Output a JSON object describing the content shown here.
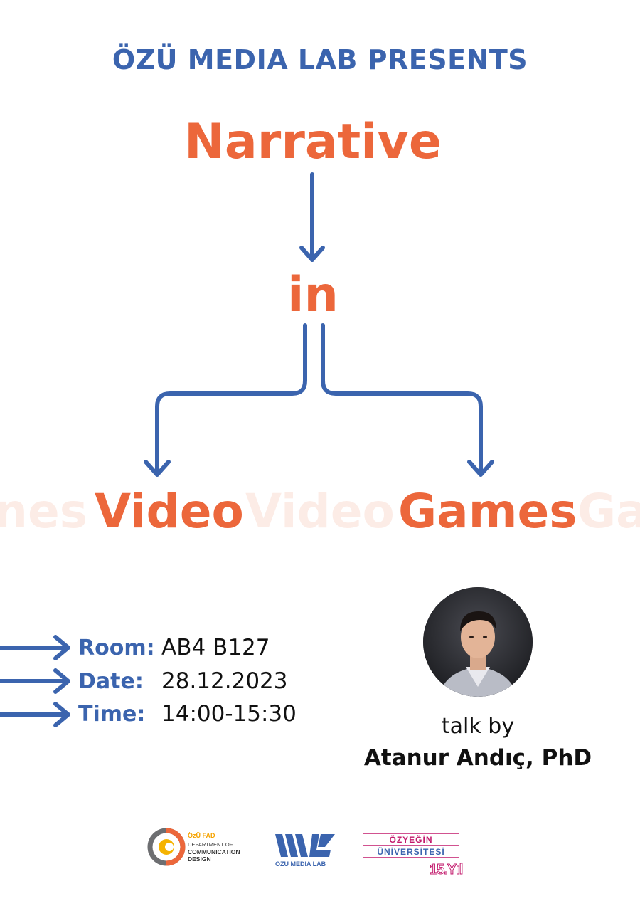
{
  "header": {
    "presents": "ÖZÜ MEDIA LAB PRESENTS"
  },
  "title": {
    "word1": "Narrative",
    "word2": "in",
    "word3": "Video",
    "word4": "Games",
    "ghost_left": "nes",
    "ghost_middle": "Video",
    "ghost_right": "Ga"
  },
  "details": {
    "room_label": "Room:",
    "room_value": "AB4 B127",
    "date_label": "Date:",
    "date_value": "28.12.2023",
    "time_label": "Time:",
    "time_value": "14:00-15:30"
  },
  "speaker": {
    "talk_by": "talk by",
    "name": "Atanur Andıç, PhD"
  },
  "logos": {
    "fad_title": "ÖzÜ FAD",
    "fad_line1": "DEPARTMENT OF",
    "fad_line2": "COMMUNICATION",
    "fad_line3": "DESIGN",
    "medialab": "OZU MEDIA LAB",
    "uni_line1": "ÖZYEĞİN",
    "uni_line2": "ÜNİVERSİTESİ",
    "anniversary": "15.Yıl"
  },
  "colors": {
    "blue": "#3b64ae",
    "orange": "#ec673b",
    "magenta": "#c2186b"
  }
}
